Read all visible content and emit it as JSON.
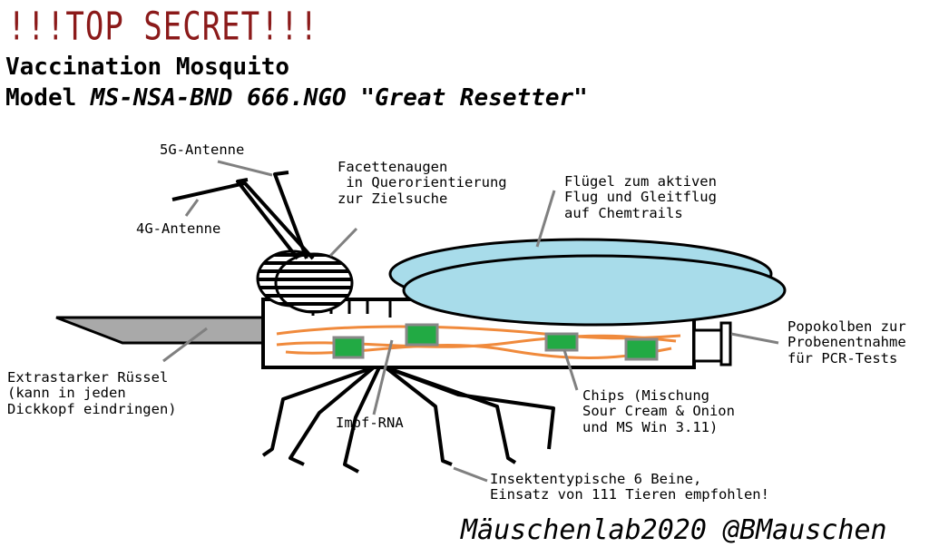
{
  "header": {
    "alert": "!!!TOP SECRET!!!",
    "line1": "Vaccination Mosquito",
    "line2_prefix": "Model ",
    "line2_model": "MS-NSA-BND 666.NGO \"Great Resetter\""
  },
  "labels": {
    "antenna_5g": "5G-Antenne",
    "antenna_4g": "4G-Antenne",
    "eyes": "Facettenaugen\n in Querorientierung\nzur Zielsuche",
    "wings": "Flügel zum aktiven\nFlug und Gleitflug\nauf Chemtrails",
    "proboscis": "Extrastarker Rüssel\n(kann in jeden\nDickkopf eindringen)",
    "rna": "Impf-RNA",
    "chips": "Chips (Mischung\nSour Cream & Onion\nund MS Win 3.11)",
    "piston": "Popokolben zur\nProbenentnahme\nfür PCR-Tests",
    "legs": "Insektentypische 6 Beine,\nEinsatz von 111 Tieren empfohlen!"
  },
  "footer": {
    "credit": "Mäuschenlab2020 @BMauschen"
  },
  "colors": {
    "alert": "#8b1a1a",
    "wing": "#a8dcea",
    "chip": "#22aa44",
    "chip_border": "#888888",
    "rna": "#f08a3c",
    "pointer": "#808080"
  }
}
